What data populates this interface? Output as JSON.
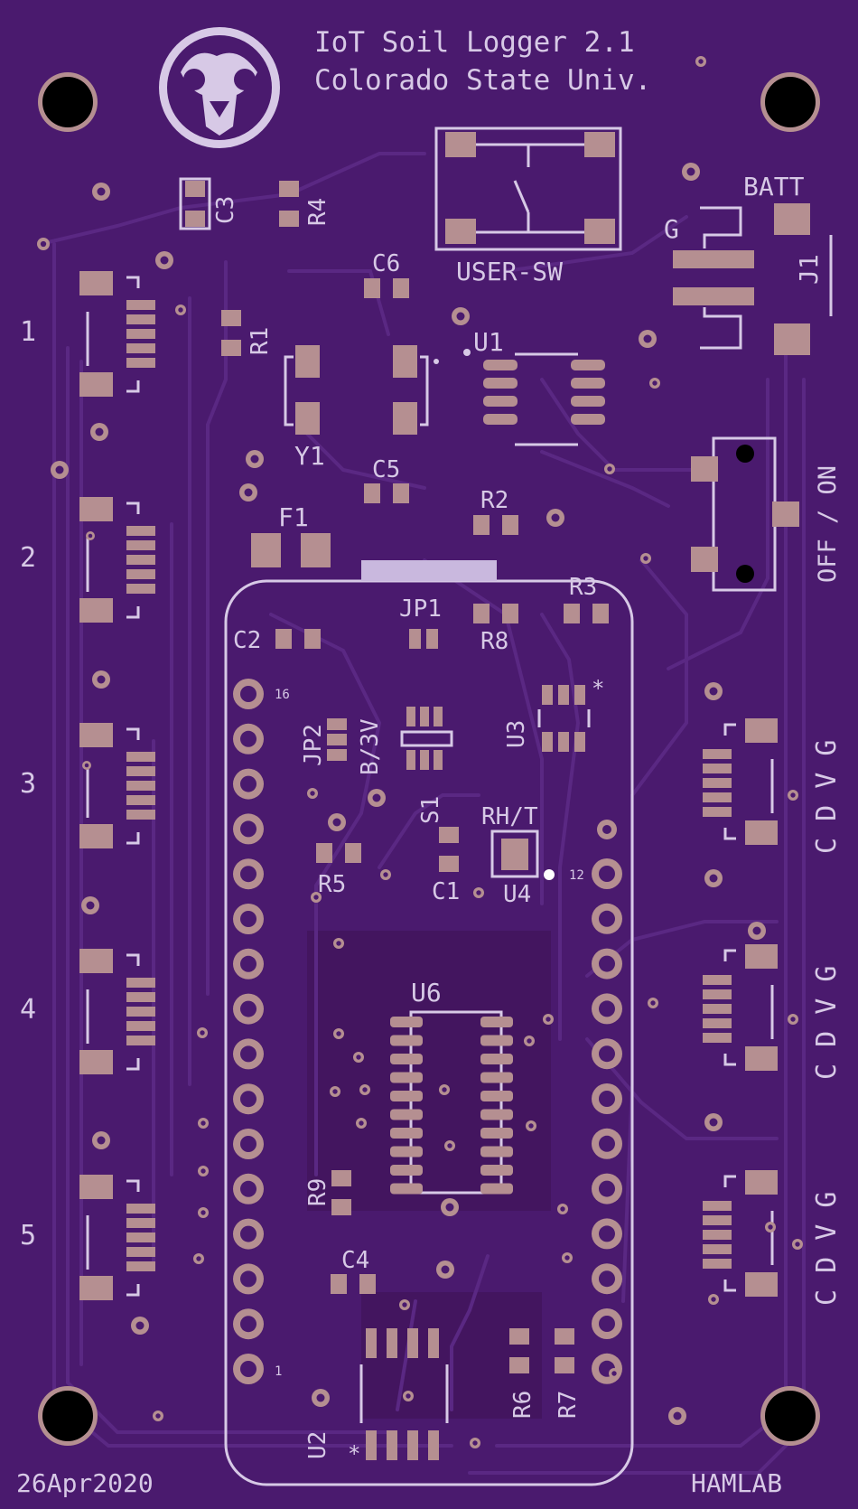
{
  "board": {
    "title_line1": "IoT Soil Logger 2.1",
    "title_line2": "Colorado State Univ.",
    "date": "26Apr2020",
    "lab": "HAMLAB",
    "colors": {
      "board": "#4a1a6e",
      "silk": "#d7c9e6",
      "pad": "#b58f91",
      "trace": "#5a2883"
    }
  },
  "labels": {
    "user_sw": "USER-SW",
    "batt": "BATT",
    "g": "G",
    "j1": "J1",
    "off_on": "OFF / ON",
    "u1": "U1",
    "y1": "Y1",
    "c3": "C3",
    "r4": "R4",
    "c6": "C6",
    "r1": "R1",
    "c5": "C5",
    "f1": "F1",
    "r2": "R2",
    "r3": "R3",
    "jp1": "JP1",
    "r8": "R8",
    "c2": "C2",
    "jp2": "JP2",
    "b3v": "B/3V",
    "u3": "U3",
    "s1": "S1",
    "rht": "RH/T",
    "r5": "R5",
    "c1": "C1",
    "u4": "U4",
    "u6": "U6",
    "r9": "R9",
    "c4": "C4",
    "u2": "U2",
    "r6": "R6",
    "r7": "R7",
    "pin16": "16",
    "pin12": "12",
    "pin1": "1",
    "star": "*"
  },
  "left_ports": [
    "1",
    "2",
    "3",
    "4",
    "5"
  ],
  "right_ports": [
    "C D V G",
    "C D V G",
    "C D V G"
  ]
}
